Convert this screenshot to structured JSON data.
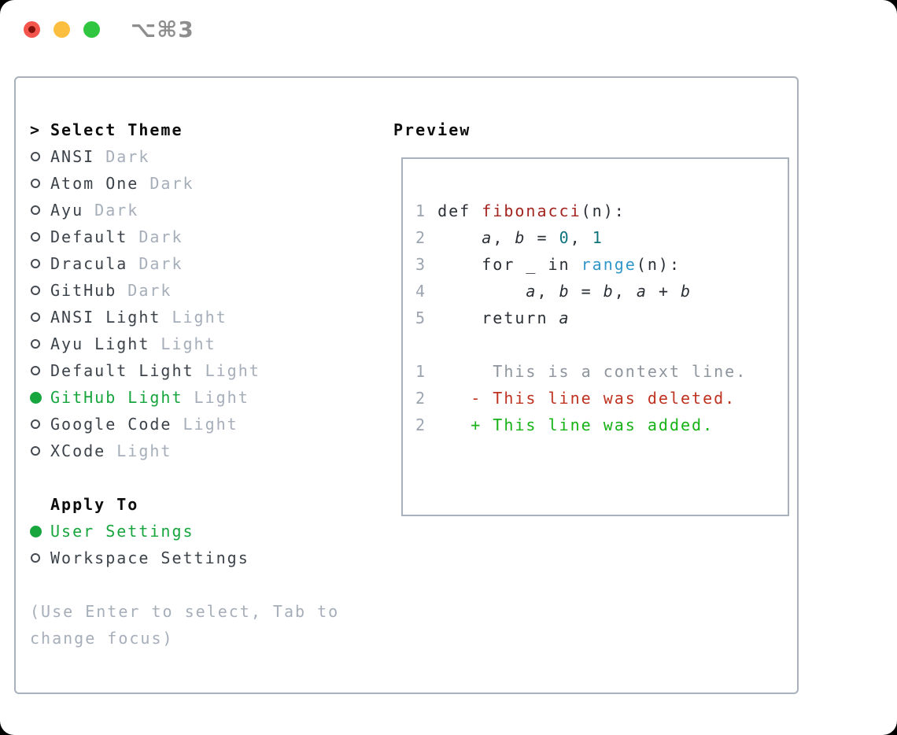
{
  "window": {
    "title": "⌥⌘3",
    "traffic_lights": [
      "close",
      "minimize",
      "zoom"
    ]
  },
  "colors": {
    "window_bg": "#ffffff",
    "border": "#a9b1bc",
    "heading": "#0d0d0d",
    "item": "#3c424a",
    "muted": "#a6aeba",
    "accent_green": "#17a53e",
    "ring": "#454b52",
    "titlebar_gray": "#8e8e8e",
    "light_red": "#f4554d",
    "light_red_dot": "#7f100a",
    "light_yellow": "#fcbe3e",
    "light_green": "#31c63f",
    "code": "#2a2f36",
    "ln": "#9ca4af",
    "fn": "#a3231e",
    "num": "#0d737c",
    "call": "#3297c9",
    "ctx": "#8e959e",
    "del": "#bf3220",
    "add": "#16b216"
  },
  "theme_list": {
    "header": "Select Theme",
    "cursor": ">",
    "items": [
      {
        "name": "ANSI",
        "variant": "Dark",
        "selected": false
      },
      {
        "name": "Atom One",
        "variant": "Dark",
        "selected": false
      },
      {
        "name": "Ayu",
        "variant": "Dark",
        "selected": false
      },
      {
        "name": "Default",
        "variant": "Dark",
        "selected": false
      },
      {
        "name": "Dracula",
        "variant": "Dark",
        "selected": false
      },
      {
        "name": "GitHub",
        "variant": "Dark",
        "selected": false
      },
      {
        "name": "ANSI Light",
        "variant": "Light",
        "selected": false
      },
      {
        "name": "Ayu Light",
        "variant": "Light",
        "selected": false
      },
      {
        "name": "Default Light",
        "variant": "Light",
        "selected": false
      },
      {
        "name": "GitHub Light",
        "variant": "Light",
        "selected": true
      },
      {
        "name": "Google Code",
        "variant": "Light",
        "selected": false
      },
      {
        "name": "XCode",
        "variant": "Light",
        "selected": false
      }
    ]
  },
  "apply_to": {
    "header": "Apply To",
    "items": [
      {
        "label": "User Settings",
        "selected": true
      },
      {
        "label": "Workspace Settings",
        "selected": false
      }
    ]
  },
  "hint_lines": [
    "(Use Enter to select, Tab to",
    "change focus)"
  ],
  "preview": {
    "header": "Preview",
    "code_lines": [
      [
        {
          "t": "1",
          "c": "ln"
        },
        {
          "t": " def ",
          "c": "code"
        },
        {
          "t": "fibonacci",
          "c": "fn"
        },
        {
          "t": "(n):",
          "c": "code"
        }
      ],
      [
        {
          "t": "2",
          "c": "ln"
        },
        {
          "t": "     ",
          "c": "code"
        },
        {
          "t": "a",
          "c": "var"
        },
        {
          "t": ", ",
          "c": "code"
        },
        {
          "t": "b",
          "c": "var"
        },
        {
          "t": " = ",
          "c": "code"
        },
        {
          "t": "0",
          "c": "num"
        },
        {
          "t": ", ",
          "c": "code"
        },
        {
          "t": "1",
          "c": "num"
        }
      ],
      [
        {
          "t": "3",
          "c": "ln"
        },
        {
          "t": "     for _ in ",
          "c": "code"
        },
        {
          "t": "range",
          "c": "call"
        },
        {
          "t": "(n):",
          "c": "code"
        }
      ],
      [
        {
          "t": "4",
          "c": "ln"
        },
        {
          "t": "         ",
          "c": "code"
        },
        {
          "t": "a",
          "c": "var"
        },
        {
          "t": ", ",
          "c": "code"
        },
        {
          "t": "b",
          "c": "var"
        },
        {
          "t": " = ",
          "c": "code"
        },
        {
          "t": "b",
          "c": "var"
        },
        {
          "t": ", ",
          "c": "code"
        },
        {
          "t": "a",
          "c": "var"
        },
        {
          "t": " + ",
          "c": "code"
        },
        {
          "t": "b",
          "c": "var"
        }
      ],
      [
        {
          "t": "5",
          "c": "ln"
        },
        {
          "t": "     return ",
          "c": "code"
        },
        {
          "t": "a",
          "c": "var"
        }
      ],
      [],
      [
        {
          "t": "1",
          "c": "ln"
        },
        {
          "t": "      This is a context line.",
          "c": "ctx"
        }
      ],
      [
        {
          "t": "2",
          "c": "ln"
        },
        {
          "t": "    - This line was deleted.",
          "c": "del"
        }
      ],
      [
        {
          "t": "2",
          "c": "ln"
        },
        {
          "t": "    + This line was added.",
          "c": "add"
        }
      ]
    ]
  }
}
